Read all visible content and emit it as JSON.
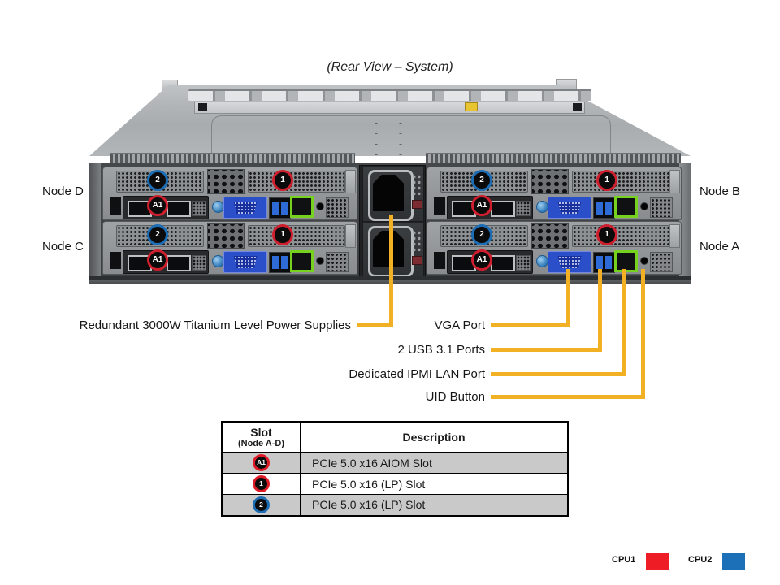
{
  "figure": {
    "title": "(Rear View – System)"
  },
  "colors": {
    "callout_line": "#F2B125",
    "slot_ring_red": "#CF1F2E",
    "slot_ring_blue": "#1D6DB4",
    "cpu1_red": "#EE1C25",
    "cpu2_blue": "#1C70B7",
    "table_shaded_row": "#C9C9C9",
    "lan_port_green": "#76D21F",
    "vga_port_blue": "#2A4FC9"
  },
  "nodes": {
    "top_left": "Node D",
    "bottom_left": "Node C",
    "top_right": "Node B",
    "bottom_right": "Node A"
  },
  "badges": {
    "slot2": "2",
    "slot1": "1",
    "aiom": "A1"
  },
  "callouts": {
    "psu": "Redundant 3000W Titanium Level Power Supplies",
    "vga": "VGA Port",
    "usb": "2 USB 3.1 Ports",
    "ipmi": "Dedicated IPMI LAN Port",
    "uid": "UID Button"
  },
  "table": {
    "header": {
      "slot_line1": "Slot",
      "slot_line2": "(Node A-D)",
      "description": "Description"
    },
    "rows": [
      {
        "badge": "A1",
        "badge_color": "red",
        "description": "PCIe 5.0 x16 AIOM Slot",
        "shaded": true
      },
      {
        "badge": "1",
        "badge_color": "red",
        "description": "PCIe 5.0 x16 (LP) Slot",
        "shaded": false
      },
      {
        "badge": "2",
        "badge_color": "blue",
        "description": "PCIe 5.0 x16 (LP) Slot",
        "shaded": true
      }
    ]
  },
  "legend": {
    "cpu1": "CPU1",
    "cpu2": "CPU2"
  }
}
